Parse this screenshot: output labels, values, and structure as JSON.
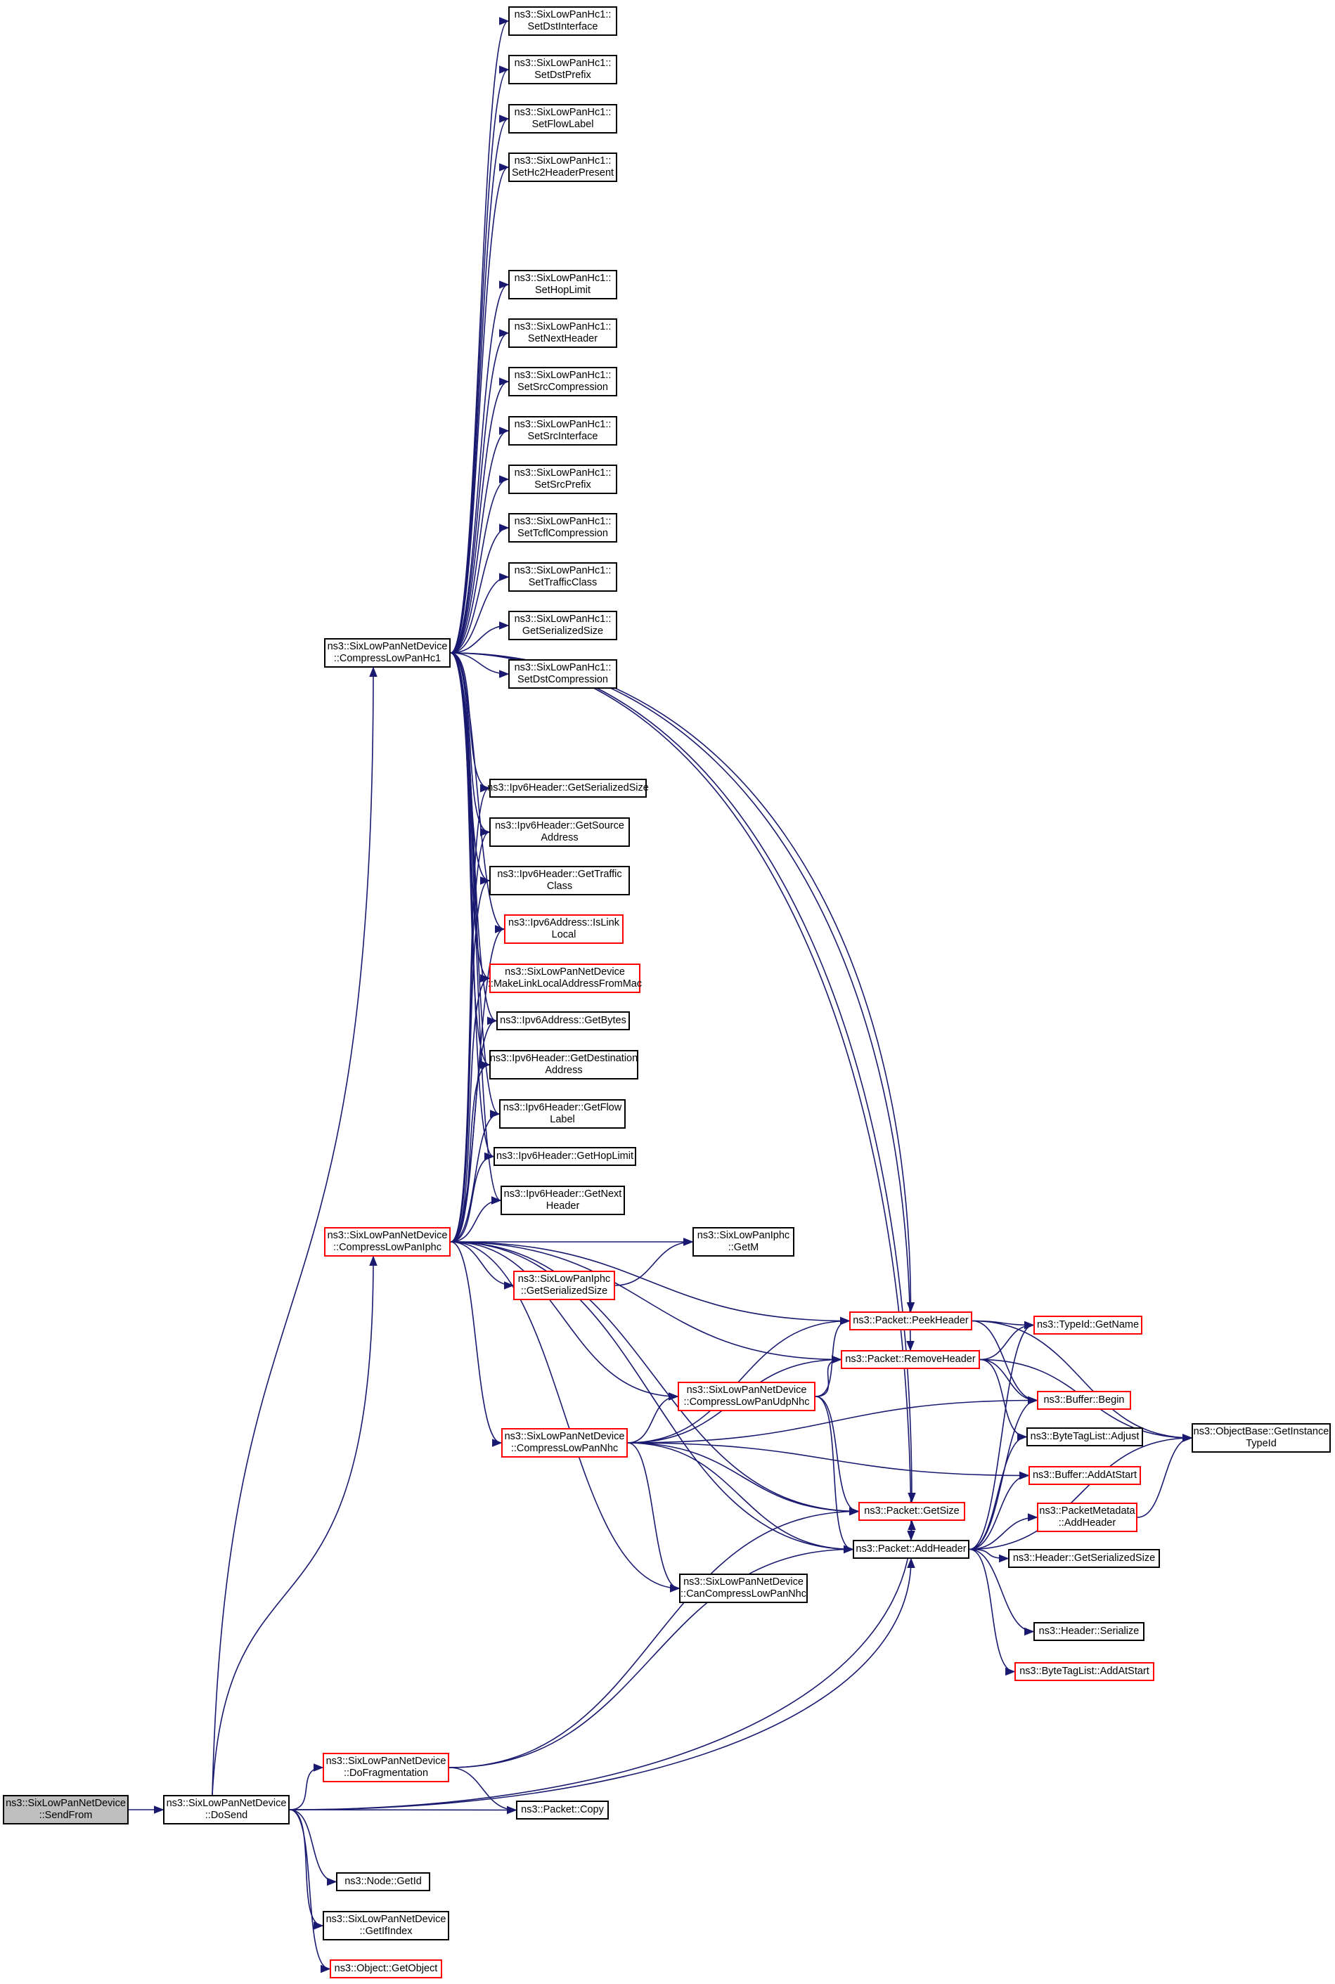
{
  "colors": {
    "background": "#ffffff",
    "edge": "#191970",
    "node_border": "#000000",
    "incomplete_node_border": "#ff0000",
    "root_node_fill": "#bfbfbf"
  },
  "nodes": {
    "sendfrom": {
      "lines": [
        "ns3::SixLowPanNetDevice",
        "::SendFrom"
      ]
    },
    "dosend": {
      "lines": [
        "ns3::SixLowPanNetDevice",
        "::DoSend"
      ]
    },
    "compresshc1": {
      "lines": [
        "ns3::SixLowPanNetDevice",
        "::CompressLowPanHc1"
      ]
    },
    "compressiphc": {
      "lines": [
        "ns3::SixLowPanNetDevice",
        "::CompressLowPanIphc"
      ]
    },
    "dofrag": {
      "lines": [
        "ns3::SixLowPanNetDevice",
        "::DoFragmentation"
      ]
    },
    "setdstinterface": {
      "lines": [
        "ns3::SixLowPanHc1::",
        "SetDstInterface"
      ]
    },
    "setdstprefix": {
      "lines": [
        "ns3::SixLowPanHc1::",
        "SetDstPrefix"
      ]
    },
    "setflowlabel": {
      "lines": [
        "ns3::SixLowPanHc1::",
        "SetFlowLabel"
      ]
    },
    "sethc2": {
      "lines": [
        "ns3::SixLowPanHc1::",
        "SetHc2HeaderPresent"
      ]
    },
    "sethoplimit": {
      "lines": [
        "ns3::SixLowPanHc1::",
        "SetHopLimit"
      ]
    },
    "setnextheader": {
      "lines": [
        "ns3::SixLowPanHc1::",
        "SetNextHeader"
      ]
    },
    "setsrccompression": {
      "lines": [
        "ns3::SixLowPanHc1::",
        "SetSrcCompression"
      ]
    },
    "setsrcinterface": {
      "lines": [
        "ns3::SixLowPanHc1::",
        "SetSrcInterface"
      ]
    },
    "setsrcprefix": {
      "lines": [
        "ns3::SixLowPanHc1::",
        "SetSrcPrefix"
      ]
    },
    "settcflcompression": {
      "lines": [
        "ns3::SixLowPanHc1::",
        "SetTcflCompression"
      ]
    },
    "settrafficclass": {
      "lines": [
        "ns3::SixLowPanHc1::",
        "SetTrafficClass"
      ]
    },
    "hc1getserializedsize": {
      "lines": [
        "ns3::SixLowPanHc1::",
        "GetSerializedSize"
      ]
    },
    "setdstcompression": {
      "lines": [
        "ns3::SixLowPanHc1::",
        "SetDstCompression"
      ]
    },
    "ipv6getserializedsize": {
      "lines": [
        "ns3::Ipv6Header::GetSerializedSize"
      ]
    },
    "ipv6getsource": {
      "lines": [
        "ns3::Ipv6Header::GetSource",
        "Address"
      ]
    },
    "ipv6gettraffic": {
      "lines": [
        "ns3::Ipv6Header::GetTraffic",
        "Class"
      ]
    },
    "islinklocal": {
      "lines": [
        "ns3::Ipv6Address::IsLink",
        "Local"
      ]
    },
    "makelinklocal": {
      "lines": [
        "ns3::SixLowPanNetDevice",
        "::MakeLinkLocalAddressFromMac"
      ]
    },
    "getbytes": {
      "lines": [
        "ns3::Ipv6Address::GetBytes"
      ]
    },
    "getdestination": {
      "lines": [
        "ns3::Ipv6Header::GetDestination",
        "Address"
      ]
    },
    "getflow": {
      "lines": [
        "ns3::Ipv6Header::GetFlow",
        "Label"
      ]
    },
    "gethoplimit": {
      "lines": [
        "ns3::Ipv6Header::GetHopLimit"
      ]
    },
    "getnext": {
      "lines": [
        "ns3::Ipv6Header::GetNext",
        "Header"
      ]
    },
    "iphcgetm": {
      "lines": [
        "ns3::SixLowPanIphc",
        "::GetM"
      ]
    },
    "iphcgetserializedsize": {
      "lines": [
        "ns3::SixLowPanIphc",
        "::GetSerializedSize"
      ]
    },
    "compressnhc": {
      "lines": [
        "ns3::SixLowPanNetDevice",
        "::CompressLowPanNhc"
      ]
    },
    "compressudpnhc": {
      "lines": [
        "ns3::SixLowPanNetDevice",
        "::CompressLowPanUdpNhc"
      ]
    },
    "cancompressnhc": {
      "lines": [
        "ns3::SixLowPanNetDevice",
        "::CanCompressLowPanNhc"
      ]
    },
    "peekheader": {
      "lines": [
        "ns3::Packet::PeekHeader"
      ]
    },
    "removeheader": {
      "lines": [
        "ns3::Packet::RemoveHeader"
      ]
    },
    "getsize": {
      "lines": [
        "ns3::Packet::GetSize"
      ]
    },
    "addheader": {
      "lines": [
        "ns3::Packet::AddHeader"
      ]
    },
    "copy": {
      "lines": [
        "ns3::Packet::Copy"
      ]
    },
    "getname": {
      "lines": [
        "ns3::TypeId::GetName"
      ]
    },
    "bufferbegin": {
      "lines": [
        "ns3::Buffer::Begin"
      ]
    },
    "bytetagadjust": {
      "lines": [
        "ns3::ByteTagList::Adjust"
      ]
    },
    "bufferaddatstart": {
      "lines": [
        "ns3::Buffer::AddAtStart"
      ]
    },
    "metadataaddheader": {
      "lines": [
        "ns3::PacketMetadata",
        "::AddHeader"
      ]
    },
    "headergetserializedsize": {
      "lines": [
        "ns3::Header::GetSerializedSize"
      ]
    },
    "headerserialize": {
      "lines": [
        "ns3::Header::Serialize"
      ]
    },
    "bytetagaddatstart": {
      "lines": [
        "ns3::ByteTagList::AddAtStart"
      ]
    },
    "getinstancetypeid": {
      "lines": [
        "ns3::ObjectBase::GetInstance",
        "TypeId"
      ]
    },
    "nodegetid": {
      "lines": [
        "ns3::Node::GetId"
      ]
    },
    "getifindex": {
      "lines": [
        "ns3::SixLowPanNetDevice",
        "::GetIfIndex"
      ]
    },
    "getobject": {
      "lines": [
        "ns3::Object::GetObject"
      ]
    }
  }
}
